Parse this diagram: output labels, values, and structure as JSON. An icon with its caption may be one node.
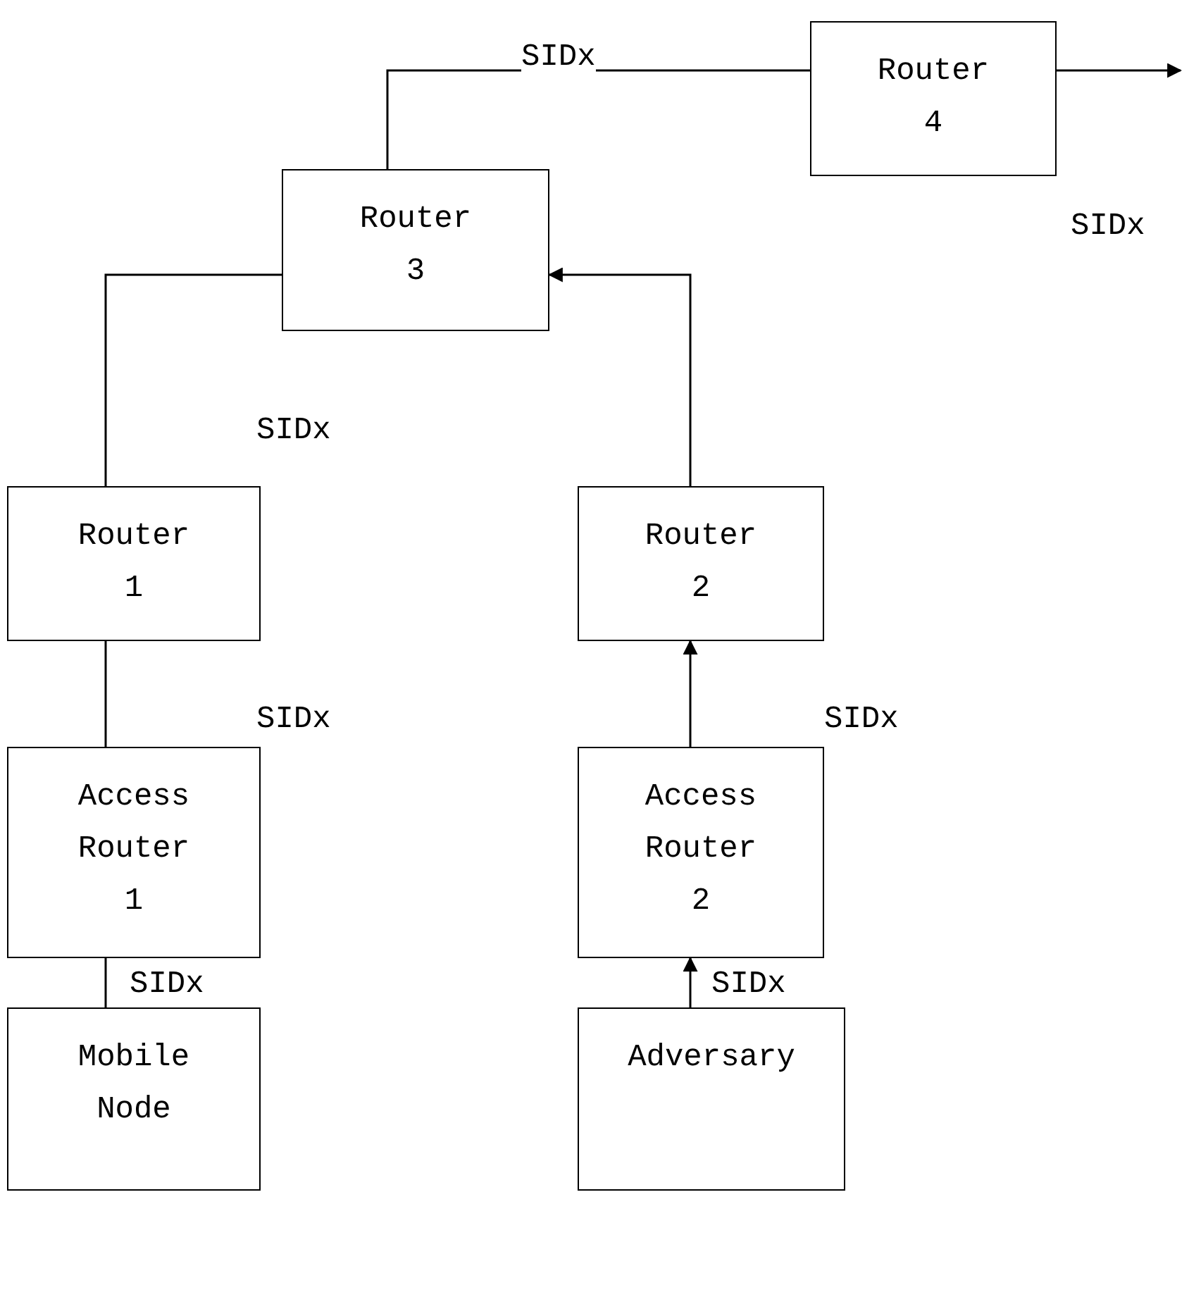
{
  "diagram": {
    "nodes": [
      {
        "text": [
          "Router 4"
        ]
      },
      {
        "text": [
          "Router 3"
        ]
      },
      {
        "text": [
          "Router 1"
        ]
      },
      {
        "text": [
          "Router 2"
        ]
      },
      {
        "text": [
          "Access Router 1"
        ]
      },
      {
        "text": [
          "Access Router 2"
        ]
      },
      {
        "text": [
          "Mobile Node"
        ]
      },
      {
        "text": [
          "Adversary"
        ]
      }
    ],
    "edges": [
      {
        "from": 6,
        "to": 4,
        "arrow": "none",
        "label": "SIDx"
      },
      {
        "from": 4,
        "to": 2,
        "arrow": "none",
        "label": "SIDx"
      },
      {
        "from": 2,
        "to": 1,
        "arrow": "none",
        "label": "SIDx"
      },
      {
        "from": 7,
        "to": 5,
        "arrow": "to",
        "label": "SIDx"
      },
      {
        "from": 5,
        "to": 3,
        "arrow": "to",
        "label": "SIDx"
      },
      {
        "from": 3,
        "to": 1,
        "arrow": "to"
      },
      {
        "from": 1,
        "to": 0,
        "arrow": "none",
        "label": "SIDx"
      },
      {
        "from": 0,
        "to": null,
        "arrow": "to",
        "label": "SIDx"
      }
    ]
  }
}
